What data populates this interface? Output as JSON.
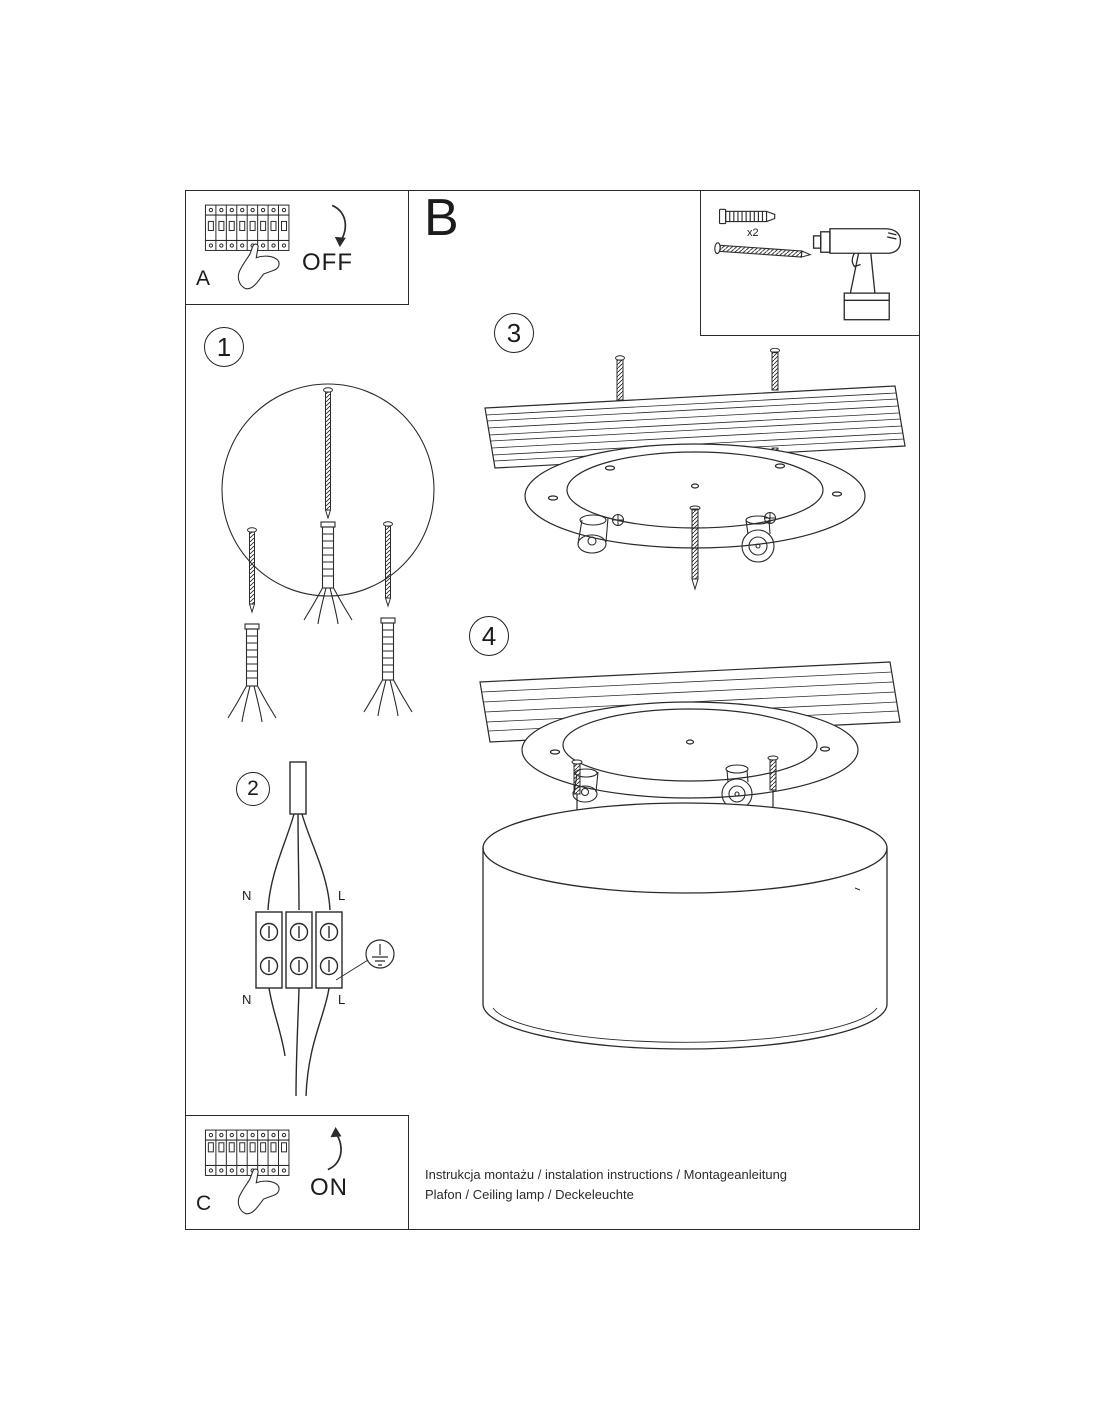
{
  "panels": {
    "a": {
      "label": "A",
      "switch_label": "OFF"
    },
    "b": {
      "label": "B"
    },
    "c": {
      "label": "C",
      "switch_label": "ON"
    }
  },
  "steps": {
    "one": "1",
    "two": "2",
    "three": "3",
    "four": "4"
  },
  "kit": {
    "count_label": "x2"
  },
  "wiring": {
    "n_top": "N",
    "l_top": "L",
    "n_bottom": "N",
    "l_bottom": "L"
  },
  "footer": {
    "line1": "Instrukcja montażu / instalation instructions / Montageanleitung",
    "line2": "Plafon / Ceiling lamp / Deckeleuchte"
  },
  "colors": {
    "line": "#2b2b2b",
    "background": "#ffffff"
  }
}
